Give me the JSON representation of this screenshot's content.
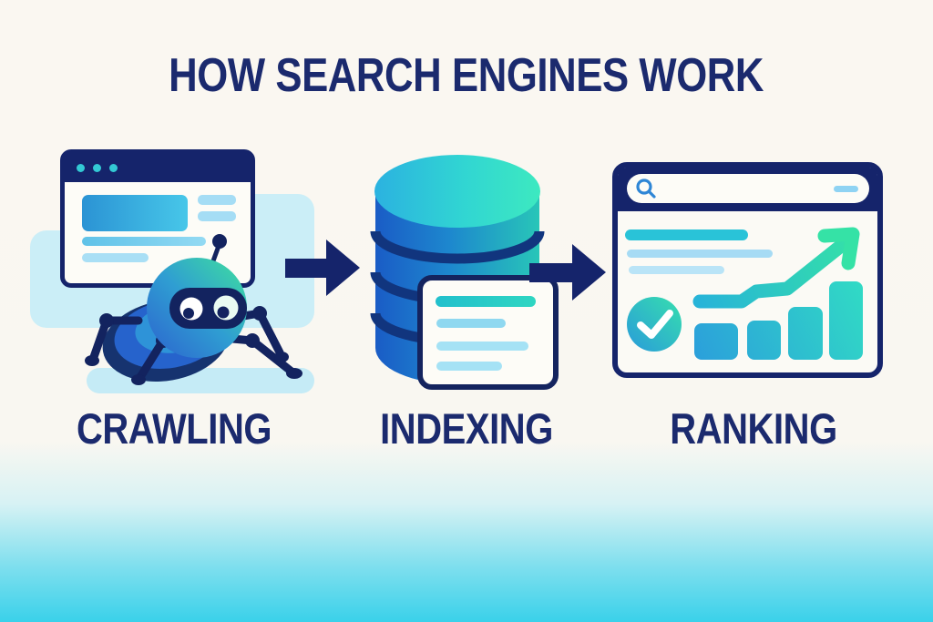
{
  "title": "HOW SEARCH ENGINES WORK",
  "stages": [
    {
      "id": "crawling",
      "label": "CRAWLING",
      "icon": "spider-crawler-icon"
    },
    {
      "id": "indexing",
      "label": "INDEXING",
      "icon": "database-icon"
    },
    {
      "id": "ranking",
      "label": "RANKING",
      "icon": "search-results-chart-icon"
    }
  ],
  "connectors": [
    {
      "icon": "arrow-right-icon"
    },
    {
      "icon": "arrow-right-icon"
    }
  ],
  "icons": {
    "browser": "browser-window-icon",
    "search": "magnifier-icon",
    "check": "checkmark-icon",
    "trend": "trend-up-arrow-icon",
    "bars": "bar-chart-icon"
  },
  "colors": {
    "navy": "#15246B",
    "title_text": "#1B2A6E",
    "teal": "#2CC9C4",
    "accent_blue": "#2E86D6",
    "pale_cyan": "#CBEEF7",
    "bottom_cyan": "#3AD1EA"
  }
}
